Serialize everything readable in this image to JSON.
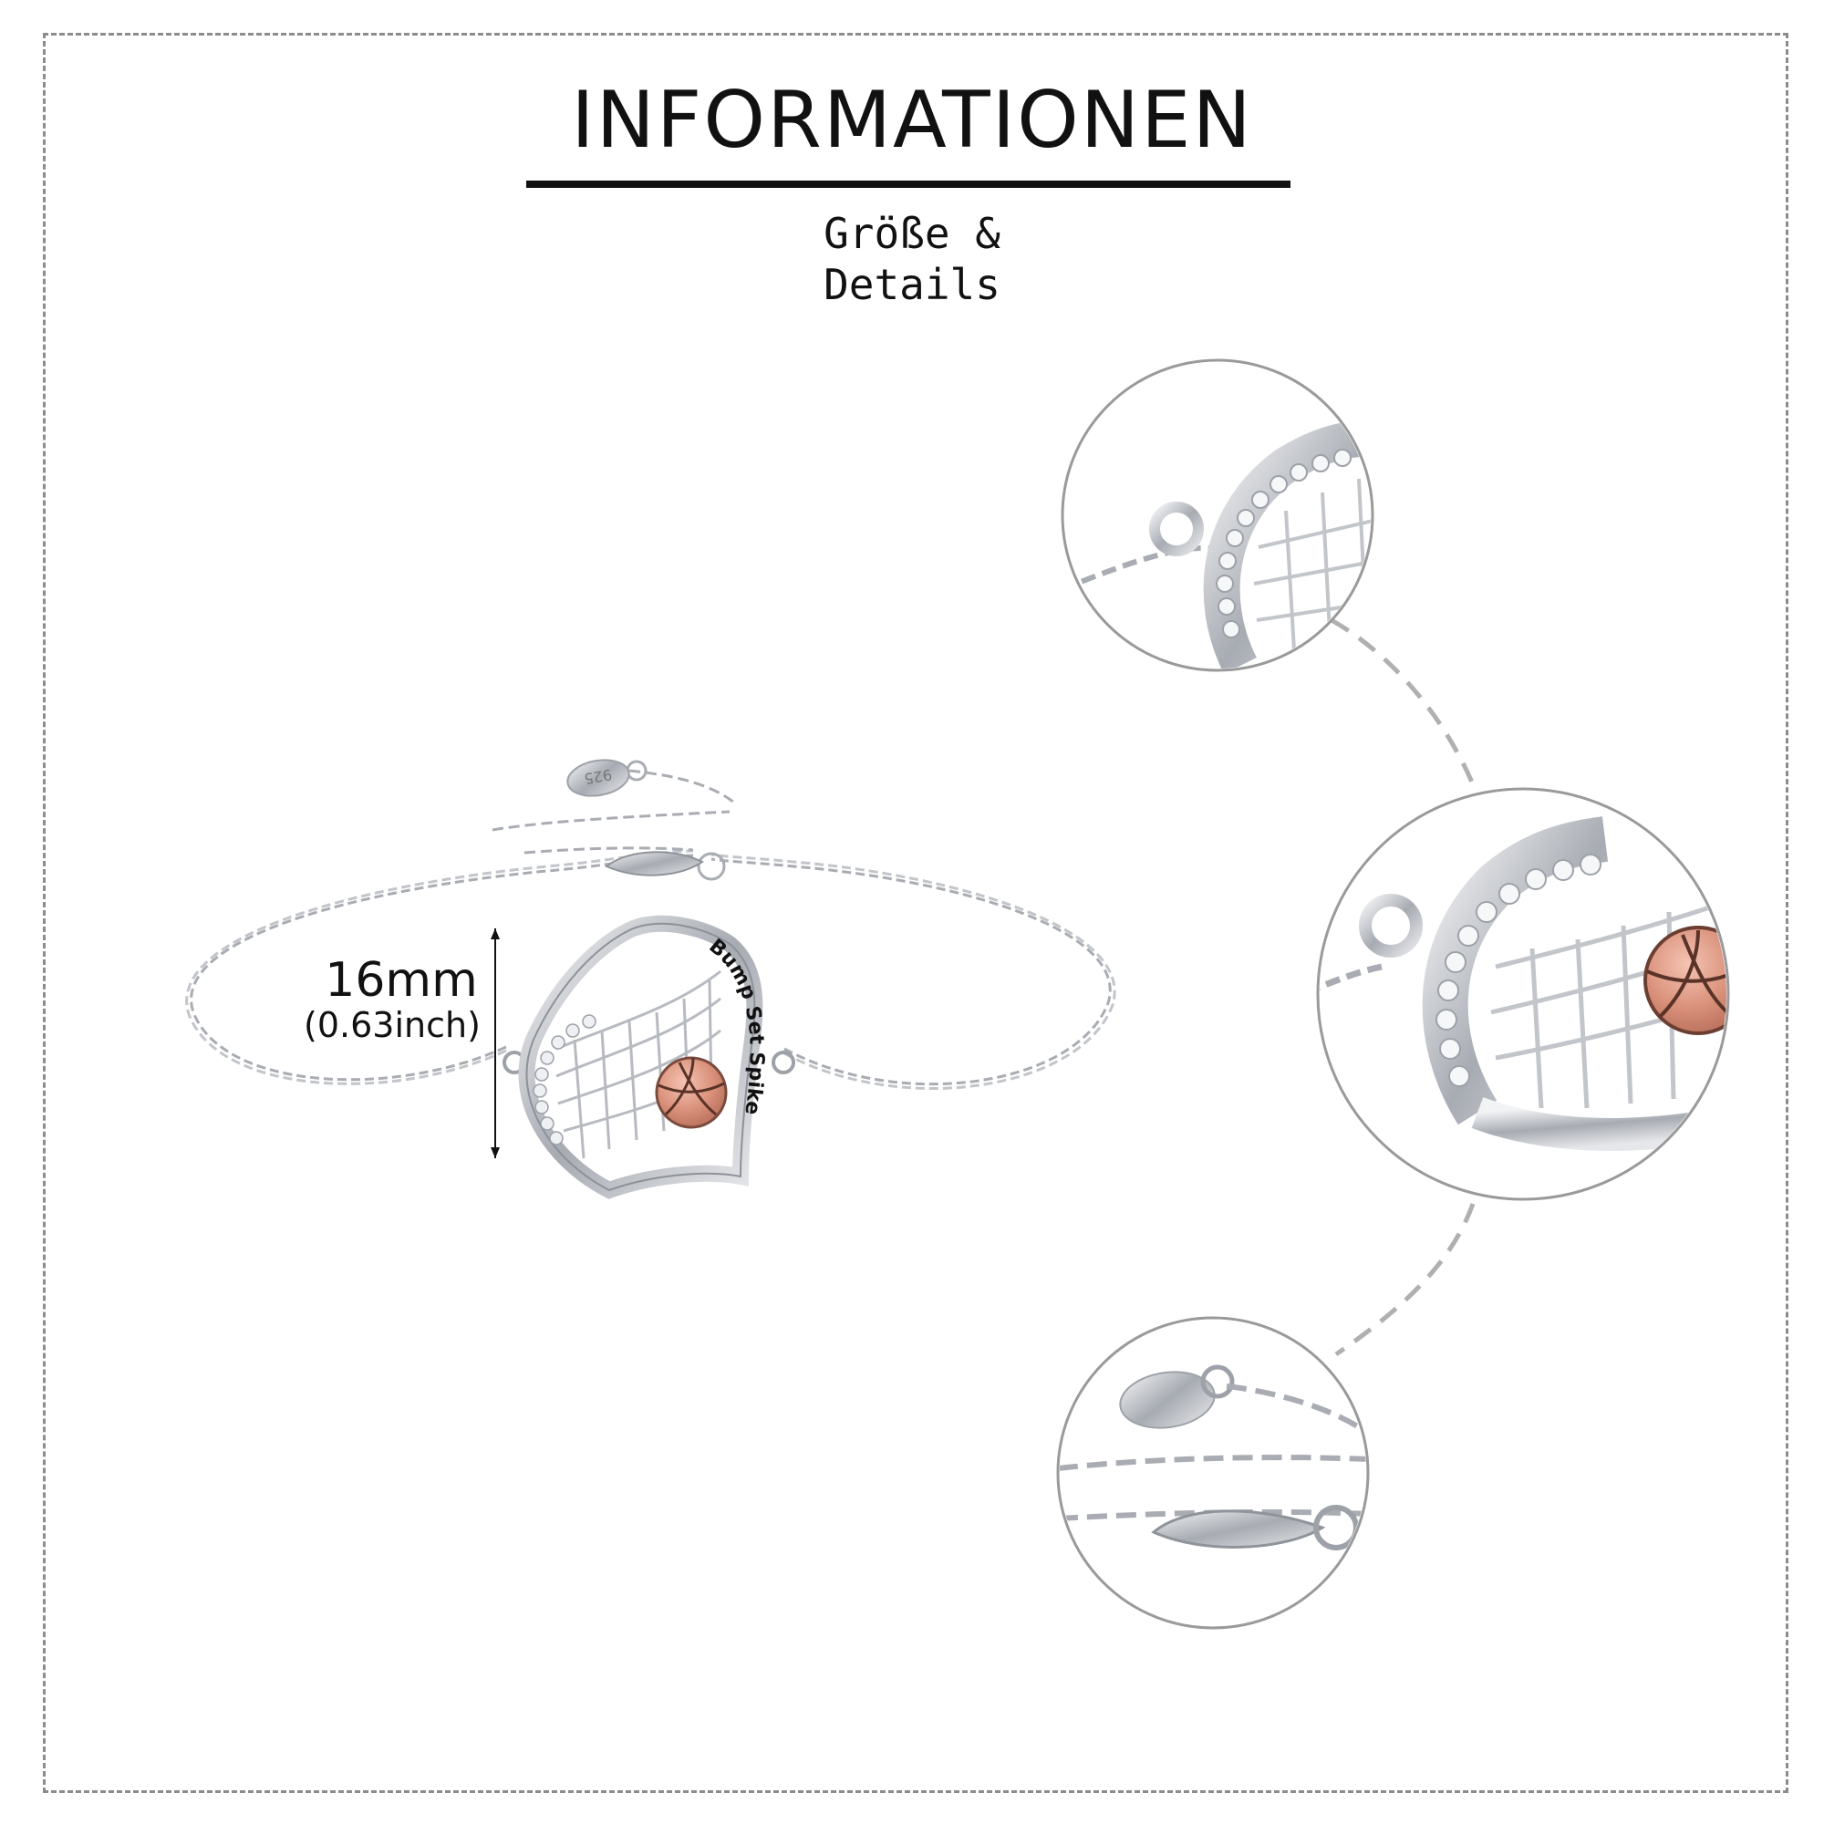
{
  "header": {
    "title": "INFORMATIONEN",
    "subtitle_line1": "Größe &",
    "subtitle_line2": "Details"
  },
  "product": {
    "engraving": "Bump Set Spike",
    "tag_engraving": "925",
    "dimension_mm": "16mm",
    "dimension_inch": "(0.63inch)"
  },
  "detail_views": [
    {
      "name": "detail-clasp-ring",
      "depicts": "ring and zirconia stones"
    },
    {
      "name": "detail-heart-ball",
      "depicts": "heart net with ball"
    },
    {
      "name": "detail-extender-chain",
      "depicts": "tag, extender chain and lobster clasp"
    }
  ],
  "colors": {
    "text": "#111111",
    "frame": "#8c8c8c",
    "silver": "#b9bcc2",
    "rose_gold": "#d9907a",
    "circle_border": "#9a9a9a",
    "connector": "#b0b0b0"
  }
}
